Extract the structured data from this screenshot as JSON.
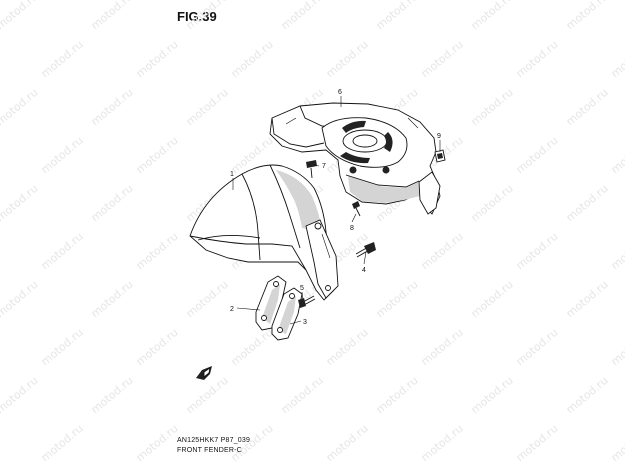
{
  "figure": {
    "title": "FIG.39",
    "code": "AN125HKK7 P87_039",
    "name": "FRONT FENDER-C"
  },
  "watermark": {
    "text": "motod.ru"
  },
  "callouts": [
    "1",
    "2",
    "3",
    "4",
    "5",
    "6",
    "7",
    "8",
    "9"
  ],
  "colors": {
    "line": "#111111",
    "shade": "#d4d4d4",
    "watermark": "#e6e6e6"
  }
}
